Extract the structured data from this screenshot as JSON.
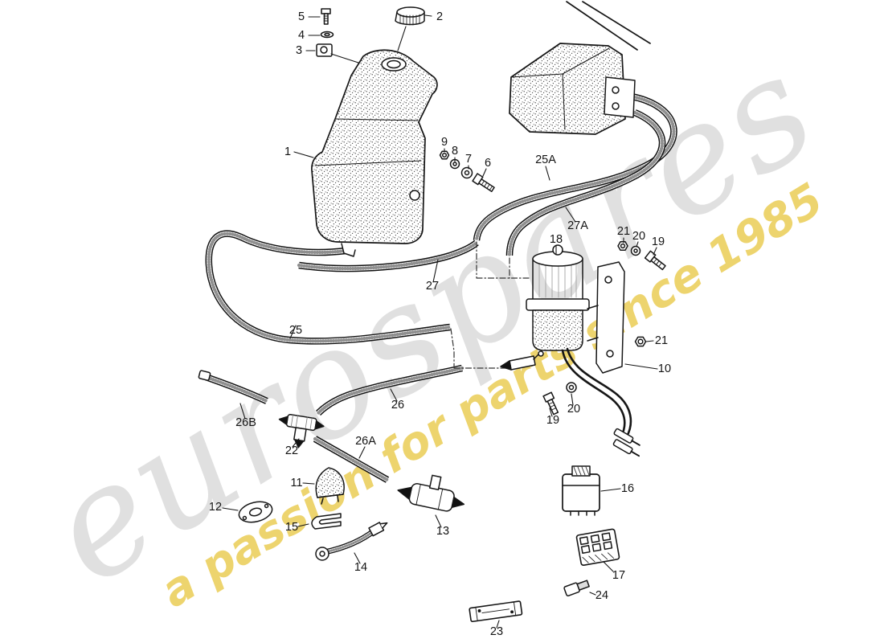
{
  "watermark": {
    "brand": "eurospares",
    "tagline": "a passion for parts since 1985",
    "brand_color": "#c3c3c3",
    "tagline_color": "#e7c437"
  },
  "parts": [
    {
      "ref": "5"
    },
    {
      "ref": "4"
    },
    {
      "ref": "3"
    },
    {
      "ref": "2"
    },
    {
      "ref": "1"
    },
    {
      "ref": "9"
    },
    {
      "ref": "8"
    },
    {
      "ref": "7"
    },
    {
      "ref": "6"
    },
    {
      "ref": "25A"
    },
    {
      "ref": "27A"
    },
    {
      "ref": "18"
    },
    {
      "ref": "21"
    },
    {
      "ref": "20"
    },
    {
      "ref": "19"
    },
    {
      "ref": "27"
    },
    {
      "ref": "25"
    },
    {
      "ref": "21"
    },
    {
      "ref": "10"
    },
    {
      "ref": "26"
    },
    {
      "ref": "20"
    },
    {
      "ref": "19"
    },
    {
      "ref": "26B"
    },
    {
      "ref": "22"
    },
    {
      "ref": "26A"
    },
    {
      "ref": "11"
    },
    {
      "ref": "12"
    },
    {
      "ref": "15"
    },
    {
      "ref": "13"
    },
    {
      "ref": "14"
    },
    {
      "ref": "16"
    },
    {
      "ref": "17"
    },
    {
      "ref": "24"
    },
    {
      "ref": "23"
    }
  ]
}
